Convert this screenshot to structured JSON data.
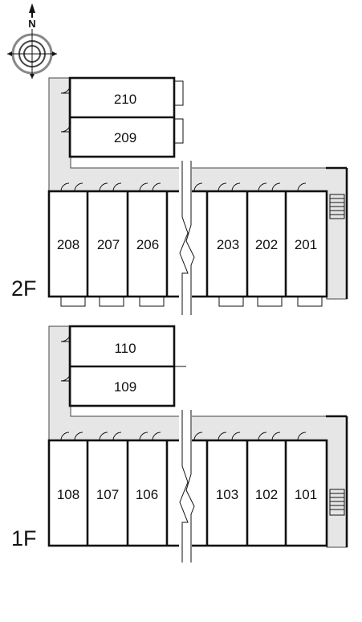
{
  "compass": {
    "north_label": "N",
    "icon": "compass-rose-icon"
  },
  "floors": {
    "second": {
      "label": "2F",
      "north_rooms": [
        "210",
        "209"
      ],
      "south_rooms": [
        "208",
        "207",
        "206",
        "203",
        "202",
        "201"
      ]
    },
    "first": {
      "label": "1F",
      "north_rooms": [
        "110",
        "109"
      ],
      "south_rooms": [
        "108",
        "107",
        "106",
        "103",
        "102",
        "101"
      ]
    }
  },
  "colors": {
    "corridor": "#e6e6e6",
    "wall": "#111111"
  }
}
